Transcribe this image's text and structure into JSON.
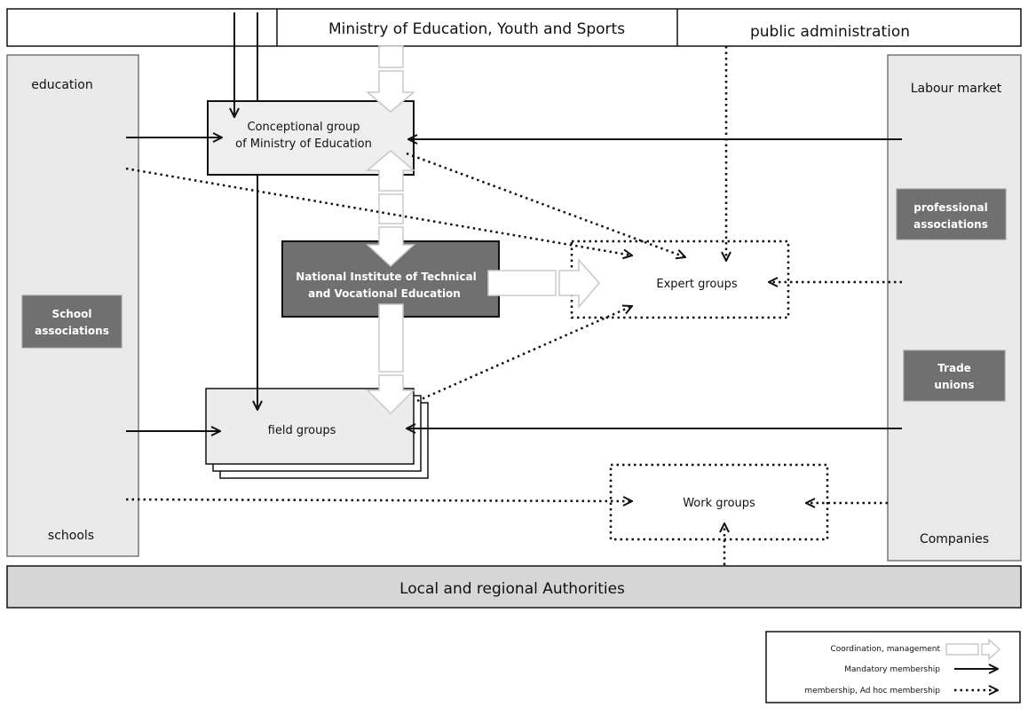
{
  "top": {
    "ministry": "Ministry of Education, Youth and Sports",
    "public_admin": "public administration"
  },
  "left": {
    "top_label": "education",
    "bottom_label": "schools",
    "assoc_line1": "School",
    "assoc_line2": "associations"
  },
  "right": {
    "top_label": "Labour market",
    "bottom_label": "Companies",
    "prof_line1": "professional",
    "prof_line2": "associations",
    "trade_line1": "Trade",
    "trade_line2": "unions"
  },
  "boxes": {
    "conceptional_line1": "Conceptional group",
    "conceptional_line2": "of Ministry of Education",
    "nitve_line1": "National Institute of Technical",
    "nitve_line2": "and Vocational Education",
    "expert": "Expert groups",
    "field": "field groups",
    "work": "Work groups"
  },
  "bottom": {
    "authorities": "Local and regional Authorities"
  },
  "legend": {
    "coordination": "Coordination, management",
    "mandatory": "Mandatory membership",
    "adhoc": "membership, Ad hoc membership"
  },
  "colors": {
    "light_panel": "#e9e9e9",
    "dark_box": "#707070",
    "bottom_bar": "#d6d6d6"
  }
}
